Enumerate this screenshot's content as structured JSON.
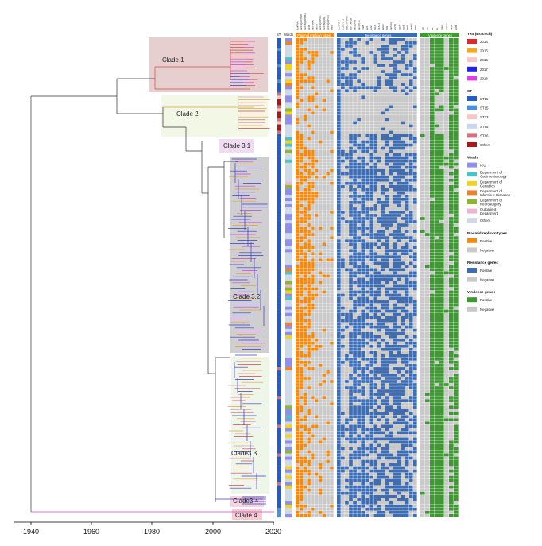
{
  "colors": {
    "orange": "#f28a12",
    "gray": "#c9c9c9",
    "blue": "#3d6db5",
    "green": "#3b9b2f",
    "clade1_bg": "#e7cfcf",
    "clade2_bg": "#f2f7e6",
    "clade31_bg": "#efdcf1",
    "clade32_bg": "#cfcfd2",
    "clade33_bg": "#eef5e9",
    "clade34_bg": "#f4d3e3",
    "clade4_bg": "#f6c9d3",
    "tree_black": "#333333",
    "tree_red": "#d64545",
    "tree_blue": "#3a3ac8",
    "tree_purple": "#d63cd6",
    "tree_orange": "#e3a33a",
    "tree_pink": "#e59ab0"
  },
  "clades": [
    {
      "id": "clade1",
      "label": "Clade 1"
    },
    {
      "id": "clade2",
      "label": "Clade 2"
    },
    {
      "id": "clade31",
      "label": "Clade 3.1"
    },
    {
      "id": "clade32",
      "label": "Clade 3.2"
    },
    {
      "id": "clade33",
      "label": "Clade3.3"
    },
    {
      "id": "clade34",
      "label": "Clade3.4"
    },
    {
      "id": "clade4",
      "label": "Clade 4"
    }
  ],
  "axis": {
    "ticks": [
      "1940",
      "1960",
      "1980",
      "2000",
      "2020"
    ]
  },
  "columns": {
    "st": "ST",
    "wards": "Wards"
  },
  "panels": {
    "plasmid": {
      "title": "Plasmid replicon types",
      "columns": [
        "ColRNAI",
        "IncFII(pHN7A8)",
        "IncFIB(pKPHS1)",
        "IncR",
        "IncFIB(K)",
        "IncX3",
        "IncFII(pKP91)",
        "IncFIB(pQil)",
        "IncFII(pKPX1)",
        "repB"
      ]
    },
    "resistance": {
      "title": "Resistance genes",
      "columns": [
        "blaKPC-2",
        "blaSHV-11",
        "blaCTX-M-65",
        "blaTEM-1B",
        "aac(3)-IId",
        "aac(6')-Ib",
        "rmtB",
        "sul1",
        "sul2",
        "tet(A)",
        "dfrA14",
        "catA2",
        "floR",
        "mph(A)",
        "qnrS1",
        "oqxA",
        "oqxB",
        "fosA",
        "aadA2",
        "armA"
      ]
    },
    "virulence": {
      "title": "Virulence genes",
      "columns": [
        "ybt",
        "clb",
        "iuc",
        "iro",
        "rmpA",
        "rmpA2",
        "mrkD",
        "entB"
      ]
    }
  },
  "legend": {
    "year": {
      "title": "Year(Bracnch)",
      "items": [
        {
          "label": "2014",
          "color": "#e8212b"
        },
        {
          "label": "2015",
          "color": "#f5a623"
        },
        {
          "label": "2016",
          "color": "#f6c6c9"
        },
        {
          "label": "2017",
          "color": "#2323e8"
        },
        {
          "label": "2018",
          "color": "#e23be8"
        }
      ]
    },
    "st": {
      "title": "ST",
      "items": [
        {
          "label": "ST11",
          "color": "#1f5bd1"
        },
        {
          "label": "ST15",
          "color": "#4a8fd8"
        },
        {
          "label": "ST23",
          "color": "#f4c6c6"
        },
        {
          "label": "ST65",
          "color": "#c9d6f4"
        },
        {
          "label": "ST86",
          "color": "#d0737b"
        },
        {
          "label": "Others",
          "color": "#b01515"
        }
      ]
    },
    "wards": {
      "title": "Wards",
      "items": [
        {
          "label": "ICU",
          "color": "#8f8ff0"
        },
        {
          "label": "Department of Gastroenterology",
          "color": "#4cc4c4"
        },
        {
          "label": "Department of Geriatrics",
          "color": "#f2d21e"
        },
        {
          "label": "Department of Infectious Diseases",
          "color": "#f2822a"
        },
        {
          "label": "Department of Neurosurgery",
          "color": "#8db82c"
        },
        {
          "label": "Outpatient Department",
          "color": "#f0b4d3"
        },
        {
          "label": "Others",
          "color": "#cdd9e7"
        }
      ]
    },
    "plasmid": {
      "title": "Plasmid replicon types",
      "items": [
        {
          "label": "Positive",
          "color": "#f28a12"
        },
        {
          "label": "Negative",
          "color": "#c9c9c9"
        }
      ]
    },
    "resistance": {
      "title": "Resistance genes",
      "items": [
        {
          "label": "Positive",
          "color": "#3d6db5"
        },
        {
          "label": "Negative",
          "color": "#c9c9c9"
        }
      ]
    },
    "virulence": {
      "title": "Virulence genes",
      "items": [
        {
          "label": "Positive",
          "color": "#3b9b2f"
        },
        {
          "label": "Negative",
          "color": "#c9c9c9"
        }
      ]
    }
  }
}
